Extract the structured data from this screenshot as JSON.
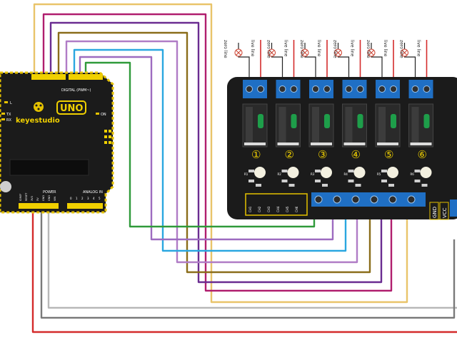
{
  "arduino": {
    "brand": "keyestudio",
    "model": "UNO",
    "digital_header": "DIGITAL (PWM~)",
    "power_header": "POWER",
    "analog_header": "ANALOG IN",
    "led_l": "L",
    "led_tx": "TX",
    "led_rx": "RX",
    "led_on": "ON",
    "power_pins": [
      "IOREF",
      "RESET",
      "3V3",
      "5V",
      "GND",
      "GND",
      "VIN"
    ],
    "analog_pins": [
      "0",
      "1",
      "2",
      "3",
      "4",
      "5"
    ]
  },
  "relay_module": {
    "channel_numbers": [
      "①",
      "②",
      "③",
      "④",
      "⑤",
      "⑥"
    ],
    "input_pins": [
      "CH1",
      "CH2",
      "CH3",
      "CH4",
      "CH5",
      "CH6"
    ],
    "gnd_label": "GND",
    "vcc_label": "VCC",
    "ref_labels": [
      "R1",
      "R2",
      "R3",
      "R4",
      "R5",
      "R6"
    ]
  },
  "load_labels": {
    "zero_line": "zero line",
    "live_line": "live line"
  },
  "wire_colors": {
    "yellow": "#e9c46a",
    "red_violet": "#b01e6e",
    "purple": "#6a2c91",
    "olive": "#8a6d1a",
    "blue": "#2aa7e0",
    "violet": "#b07cc6",
    "green": "#2f9a3a",
    "gray": "#9a9a9a",
    "dark_gray": "#6e6e6e",
    "red": "#d42b2b",
    "board": "#1b1b1b",
    "terminal": "#1f6fc4"
  }
}
